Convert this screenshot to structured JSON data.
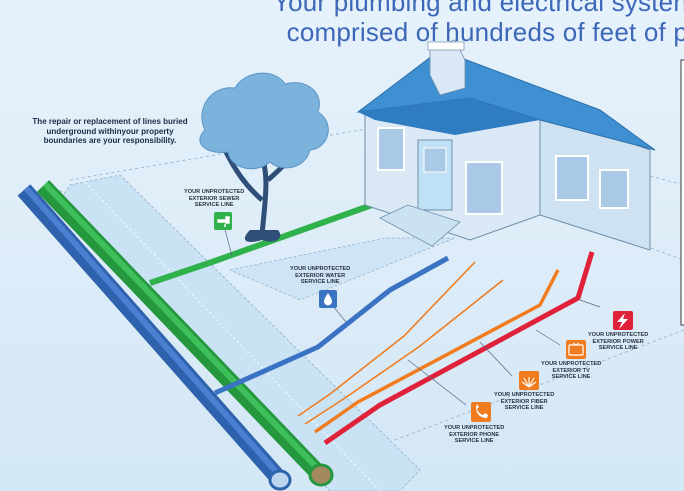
{
  "headline": {
    "line1": "Your plumbing and electrical systen",
    "line2": "comprised of hundreds of feet of p"
  },
  "note": "The repair or replacement of lines buried underground withinyour property boundaries are your responsibility.",
  "labels": {
    "sewer": [
      "YOUR UNPROTECTED",
      "EXTERIOR SEWER",
      "SERVICE LINE"
    ],
    "water": [
      "YOUR UNPROTECTED",
      "EXTERIOR WATER",
      "SERVICE LINE"
    ],
    "power": [
      "YOUR UNPROTECTED",
      "EXTERIOR POWER",
      "SERVICE LINE"
    ],
    "tv": [
      "YOUR UNPROTECTED",
      "EXTERIOR TV",
      "SERVICE LINE"
    ],
    "fiber": [
      "YOUR UNPROTECTED",
      "EXTERIOR FIBER",
      "SERVICE LINE"
    ],
    "phone": [
      "YOUR UNPROTECTED",
      "EXTERIOR PHONE",
      "SERVICE LINE"
    ]
  },
  "icons": {
    "sewer": "faucet-icon",
    "water": "water-drop-icon",
    "power": "lightning-bolt-icon",
    "tv": "tv-icon",
    "fiber": "fiber-burst-icon",
    "phone": "phone-handset-icon",
    "tv_glyph": "TV"
  },
  "colors": {
    "background": "#dfeef8",
    "sewer": "#2fb14b",
    "water": "#3a72c4",
    "power": "#e0213a",
    "tv": "#f07c1f",
    "fiber": "#f07c1f",
    "phone": "#f07c1f",
    "roof": "#3f8fd3",
    "wall": "#dbe9f6",
    "tree": "#7bb3dd"
  }
}
